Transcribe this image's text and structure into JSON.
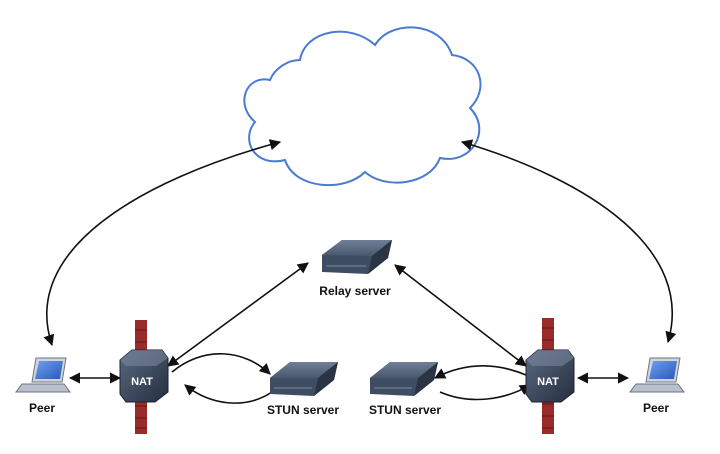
{
  "labels": {
    "peer_left": "Peer",
    "peer_right": "Peer",
    "nat_left": "NAT",
    "nat_right": "NAT",
    "relay_server": "Relay server",
    "stun_left": "STUN server",
    "stun_right": "STUN server"
  },
  "colors": {
    "cloud_stroke": "#4a7bd1",
    "firewall": "#9a2b2b",
    "device_dark": "#2f3a4c",
    "server_body": "#3f4d63",
    "laptop_screen": "#3b6fd6"
  }
}
